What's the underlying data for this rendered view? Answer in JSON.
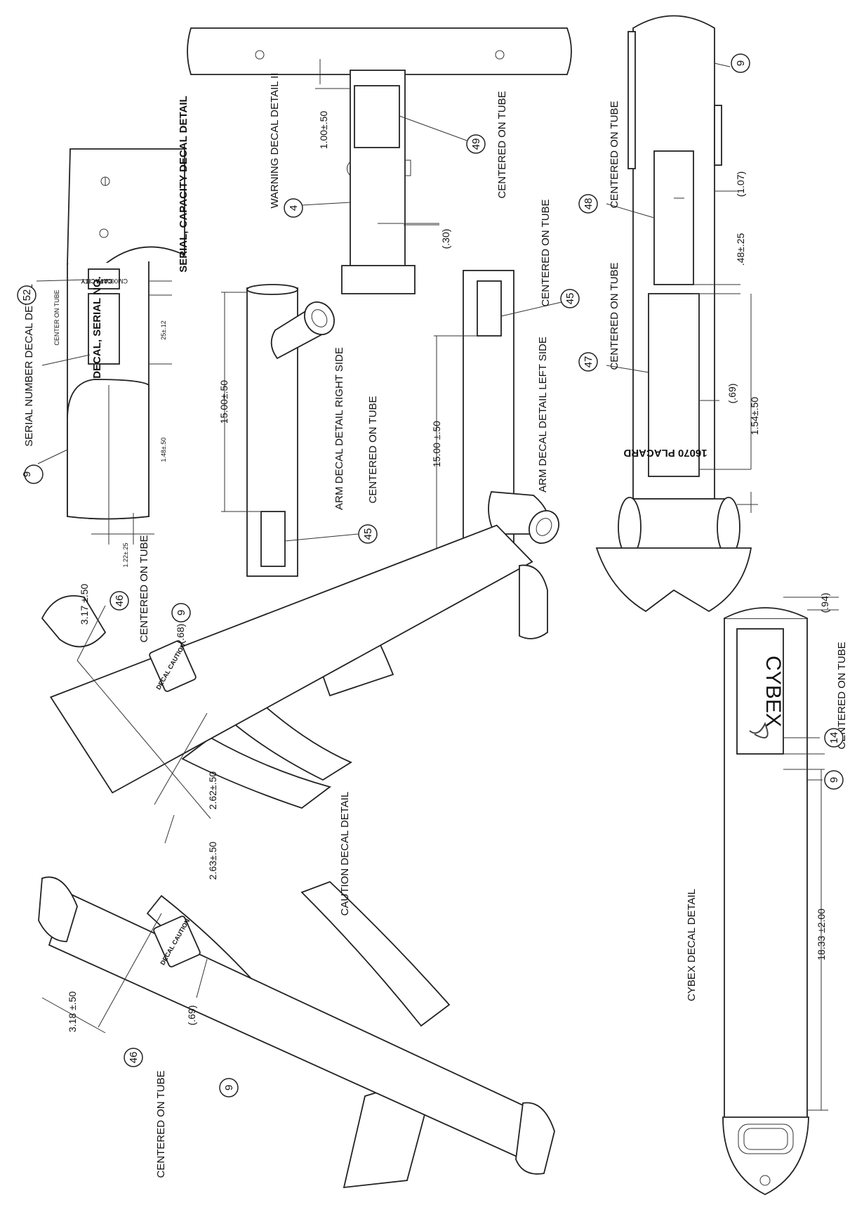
{
  "labels": {
    "serial_capacity_title": "SERIAL, CAPACITY DECAL DETAIL",
    "serial_number_title": "SERIAL NUMBER DECAL DETAIL",
    "warning_title": "WARNING DECAL DETAIL II",
    "arm_right_title": "ARM DECAL DETAIL RIGHT SIDE",
    "arm_left_title": "ARM DECAL DETAIL LEFT SIDE",
    "caution_title": "CAUTION DECAL DETAIL",
    "cybex_title": "CYBEX DECAL DETAIL",
    "centered_on_tube": "CENTERED ON TUBE",
    "center_on_tube": "CENTER ON TUBE",
    "decal_serial_no": "DECAL, SERIAL NO.",
    "capacity_decal": "CAPACITY",
    "capacity_code": "CM000249",
    "placard": "16070 PLACARD",
    "decal_caution": "DECAL CAUTION",
    "cybex_logo": "CYBEX"
  },
  "callouts": [
    "9",
    "52",
    "4",
    "49",
    "45",
    "45",
    "48",
    "47",
    "9",
    "46",
    "9",
    "46",
    "9",
    "14",
    "9"
  ],
  "dimensions": {
    "serial_d1": "1.48±.50",
    "serial_d2": "25±.12",
    "serial_d3": "1.22±.25",
    "warning_d1": "1.00±.50",
    "warning_d2": "(.30)",
    "arm_right_d1": "15.00±.50",
    "arm_left_d1": "15.00 ±.50",
    "placard_d1": "(1.07)",
    "placard_d2": ".48±.25",
    "placard_d3": "(.69)",
    "placard_d4": "1.54±.50",
    "caution_d1": "3.17 ±.50",
    "caution_d2": "(.68)",
    "caution_d3": "2.62±.50",
    "caution_d4": "2.63±.50",
    "caution_d5": "3.18 ±.50",
    "caution_d6": "(.69)",
    "cybex_d1": "(.94)",
    "cybex_d2": "18.33 ±2.00"
  }
}
